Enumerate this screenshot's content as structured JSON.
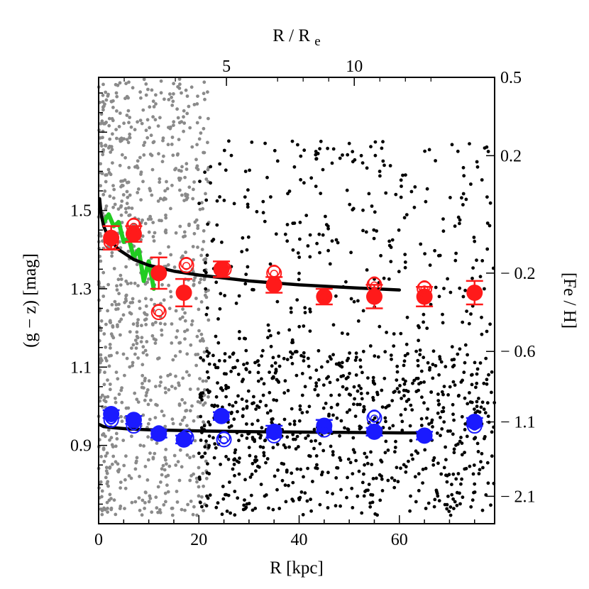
{
  "chart_data": {
    "type": "scatter",
    "xlabel": "R [kpc]",
    "ylabel": "(g − z) [mag]",
    "top_xlabel": "R / R",
    "top_xlabel_sub": "e",
    "right_ylabel": "[Fe / H]",
    "xlim": [
      0,
      79
    ],
    "ylim": [
      0.7,
      1.84
    ],
    "x_ticks": [
      0,
      20,
      40,
      60
    ],
    "x_tick_labels": [
      "0",
      "20",
      "40",
      "60"
    ],
    "y_ticks": [
      0.9,
      1.1,
      1.3,
      1.5
    ],
    "y_tick_labels": [
      "0.9",
      "1.1",
      "1.3",
      "1.5"
    ],
    "top_ticks": [
      {
        "label": "5",
        "r": 25.5
      },
      {
        "label": "10",
        "r": 51.0
      }
    ],
    "right_ticks": [
      {
        "label": "− 2.1",
        "y": 0.77
      },
      {
        "label": "− 1.1",
        "y": 0.96
      },
      {
        "label": "− 0.6",
        "y": 1.14
      },
      {
        "label": "− 0.2",
        "y": 1.34
      },
      {
        "label": "0.2",
        "y": 1.64
      },
      {
        "label": "0.5",
        "y": 1.84
      }
    ],
    "colors": {
      "inner_points": "#8a8a8a",
      "outer_points": "#000000",
      "red": "#ff1a1a",
      "blue": "#1a1aff",
      "green": "#22cc22",
      "fit": "#000000"
    },
    "series": [
      {
        "marker": "filled-circle-errorbar",
        "color": "#ff1a1a",
        "points": [
          {
            "x": 2.5,
            "y": 1.43,
            "err": 0.03
          },
          {
            "x": 7.0,
            "y": 1.44,
            "err": 0.02
          },
          {
            "x": 12.0,
            "y": 1.34,
            "err": 0.04
          },
          {
            "x": 17.0,
            "y": 1.29,
            "err": 0.035
          },
          {
            "x": 24.5,
            "y": 1.35,
            "err": 0.02
          },
          {
            "x": 35.0,
            "y": 1.31,
            "err": 0.02
          },
          {
            "x": 45.0,
            "y": 1.28,
            "err": 0.02
          },
          {
            "x": 55.0,
            "y": 1.28,
            "err": 0.03
          },
          {
            "x": 65.0,
            "y": 1.28,
            "err": 0.025
          },
          {
            "x": 75.0,
            "y": 1.29,
            "err": 0.03
          }
        ]
      },
      {
        "marker": "open-circle",
        "color": "#ff1a1a",
        "points": [
          {
            "x": 2.5,
            "y": 1.42
          },
          {
            "x": 7.0,
            "y": 1.46
          },
          {
            "x": 12.0,
            "y": 1.24
          },
          {
            "x": 17.5,
            "y": 1.36
          },
          {
            "x": 25.0,
            "y": 1.35
          },
          {
            "x": 35.0,
            "y": 1.34
          },
          {
            "x": 45.0,
            "y": 1.28
          },
          {
            "x": 55.0,
            "y": 1.31
          },
          {
            "x": 65.0,
            "y": 1.3
          }
        ]
      },
      {
        "marker": "filled-circle-errorbar",
        "color": "#1a1aff",
        "points": [
          {
            "x": 2.5,
            "y": 0.98,
            "err": 0.01
          },
          {
            "x": 7.0,
            "y": 0.965,
            "err": 0.01
          },
          {
            "x": 12.0,
            "y": 0.93,
            "err": 0.01
          },
          {
            "x": 17.0,
            "y": 0.915,
            "err": 0.01
          },
          {
            "x": 24.5,
            "y": 0.975,
            "err": 0.01
          },
          {
            "x": 35.0,
            "y": 0.935,
            "err": 0.015
          },
          {
            "x": 45.0,
            "y": 0.95,
            "err": 0.015
          },
          {
            "x": 55.0,
            "y": 0.935,
            "err": 0.01
          },
          {
            "x": 65.0,
            "y": 0.925,
            "err": 0.01
          },
          {
            "x": 75.0,
            "y": 0.96,
            "err": 0.01
          }
        ]
      },
      {
        "marker": "open-circle",
        "color": "#1a1aff",
        "points": [
          {
            "x": 2.5,
            "y": 0.965
          },
          {
            "x": 7.0,
            "y": 0.95
          },
          {
            "x": 12.0,
            "y": 0.93
          },
          {
            "x": 17.5,
            "y": 0.92
          },
          {
            "x": 25.0,
            "y": 0.915
          },
          {
            "x": 35.0,
            "y": 0.925
          },
          {
            "x": 45.0,
            "y": 0.94
          },
          {
            "x": 55.0,
            "y": 0.97
          },
          {
            "x": 75.0,
            "y": 0.95
          }
        ]
      },
      {
        "marker": "line",
        "color": "#22cc22",
        "points": [
          {
            "x": 1.0,
            "y": 1.47
          },
          {
            "x": 2.0,
            "y": 1.49
          },
          {
            "x": 3.0,
            "y": 1.46
          },
          {
            "x": 4.0,
            "y": 1.47
          },
          {
            "x": 5.0,
            "y": 1.42
          },
          {
            "x": 6.0,
            "y": 1.43
          },
          {
            "x": 7.0,
            "y": 1.38
          },
          {
            "x": 8.0,
            "y": 1.4
          },
          {
            "x": 9.0,
            "y": 1.32
          },
          {
            "x": 10.0,
            "y": 1.37
          },
          {
            "x": 11.0,
            "y": 1.3
          }
        ]
      },
      {
        "marker": "fit-line",
        "color": "#000000",
        "points": [
          {
            "x": 0.2,
            "y": 1.53
          },
          {
            "x": 0.5,
            "y": 1.49
          },
          {
            "x": 1.0,
            "y": 1.46
          },
          {
            "x": 2.0,
            "y": 1.43
          },
          {
            "x": 4.0,
            "y": 1.4
          },
          {
            "x": 7.0,
            "y": 1.375
          },
          {
            "x": 10.0,
            "y": 1.36
          },
          {
            "x": 15.0,
            "y": 1.345
          },
          {
            "x": 20.0,
            "y": 1.335
          },
          {
            "x": 30.0,
            "y": 1.32
          },
          {
            "x": 40.0,
            "y": 1.31
          },
          {
            "x": 50.0,
            "y": 1.303
          },
          {
            "x": 60.0,
            "y": 1.297
          }
        ]
      },
      {
        "marker": "fit-line",
        "color": "#000000",
        "points": [
          {
            "x": 0.2,
            "y": 0.953
          },
          {
            "x": 1.0,
            "y": 0.948
          },
          {
            "x": 3.0,
            "y": 0.945
          },
          {
            "x": 6.0,
            "y": 0.942
          },
          {
            "x": 10.0,
            "y": 0.94
          },
          {
            "x": 20.0,
            "y": 0.937
          },
          {
            "x": 30.0,
            "y": 0.935
          },
          {
            "x": 40.0,
            "y": 0.934
          },
          {
            "x": 50.0,
            "y": 0.933
          },
          {
            "x": 60.0,
            "y": 0.932
          },
          {
            "x": 65.0,
            "y": 0.932
          }
        ]
      }
    ],
    "clouds": [
      {
        "color": "#8a8a8a",
        "x_range": [
          0,
          22
        ],
        "y_range": [
          0.72,
          1.84
        ],
        "density": "dense"
      },
      {
        "color": "#000000",
        "x_range": [
          20,
          79
        ],
        "y_range": [
          0.72,
          1.68
        ],
        "density": "medium"
      }
    ]
  }
}
